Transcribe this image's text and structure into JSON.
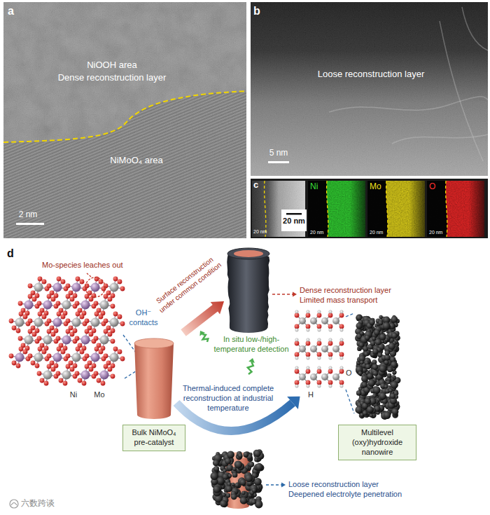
{
  "diagram": {
    "nodes": [
      {
        "text": [
          "a",
          "NiOOH area",
          "Dense reconstruction layer",
          "NiMoO₄ area",
          "2 nm"
        ]
      },
      {
        "text": [
          "b",
          "Loose reconstruction layer",
          "5 nm"
        ]
      },
      {
        "text": [
          "c",
          "20 nm",
          "20 nm"
        ]
      },
      {
        "text": [
          "Ni",
          "20 nm"
        ],
        "in": 2
      },
      {
        "text": [
          "Mo",
          "20 nm"
        ],
        "in": 2
      },
      {
        "text": [
          "O",
          "20 nm"
        ],
        "in": 2
      },
      {
        "text": [
          "Bulk NiMoO₄ pre-catalyst"
        ]
      },
      {
        "text": [
          "Multilevel (oxy)hydroxide nanowire"
        ]
      }
    ],
    "labels": [
      "d",
      "Surface reconstruction under common condition",
      "Dense reconstruction layer Limited mass transport",
      "In situ low-/high-temperature detection",
      "Mo-species leaches out",
      "OH⁻ contacts",
      "Ni",
      "Mo",
      "Thermal-induced complete reconstruction at industrial temperature",
      "O",
      "H",
      "Loose reconstruction layer Deepened electrolyte penetration",
      "六数跨谈"
    ]
  }
}
